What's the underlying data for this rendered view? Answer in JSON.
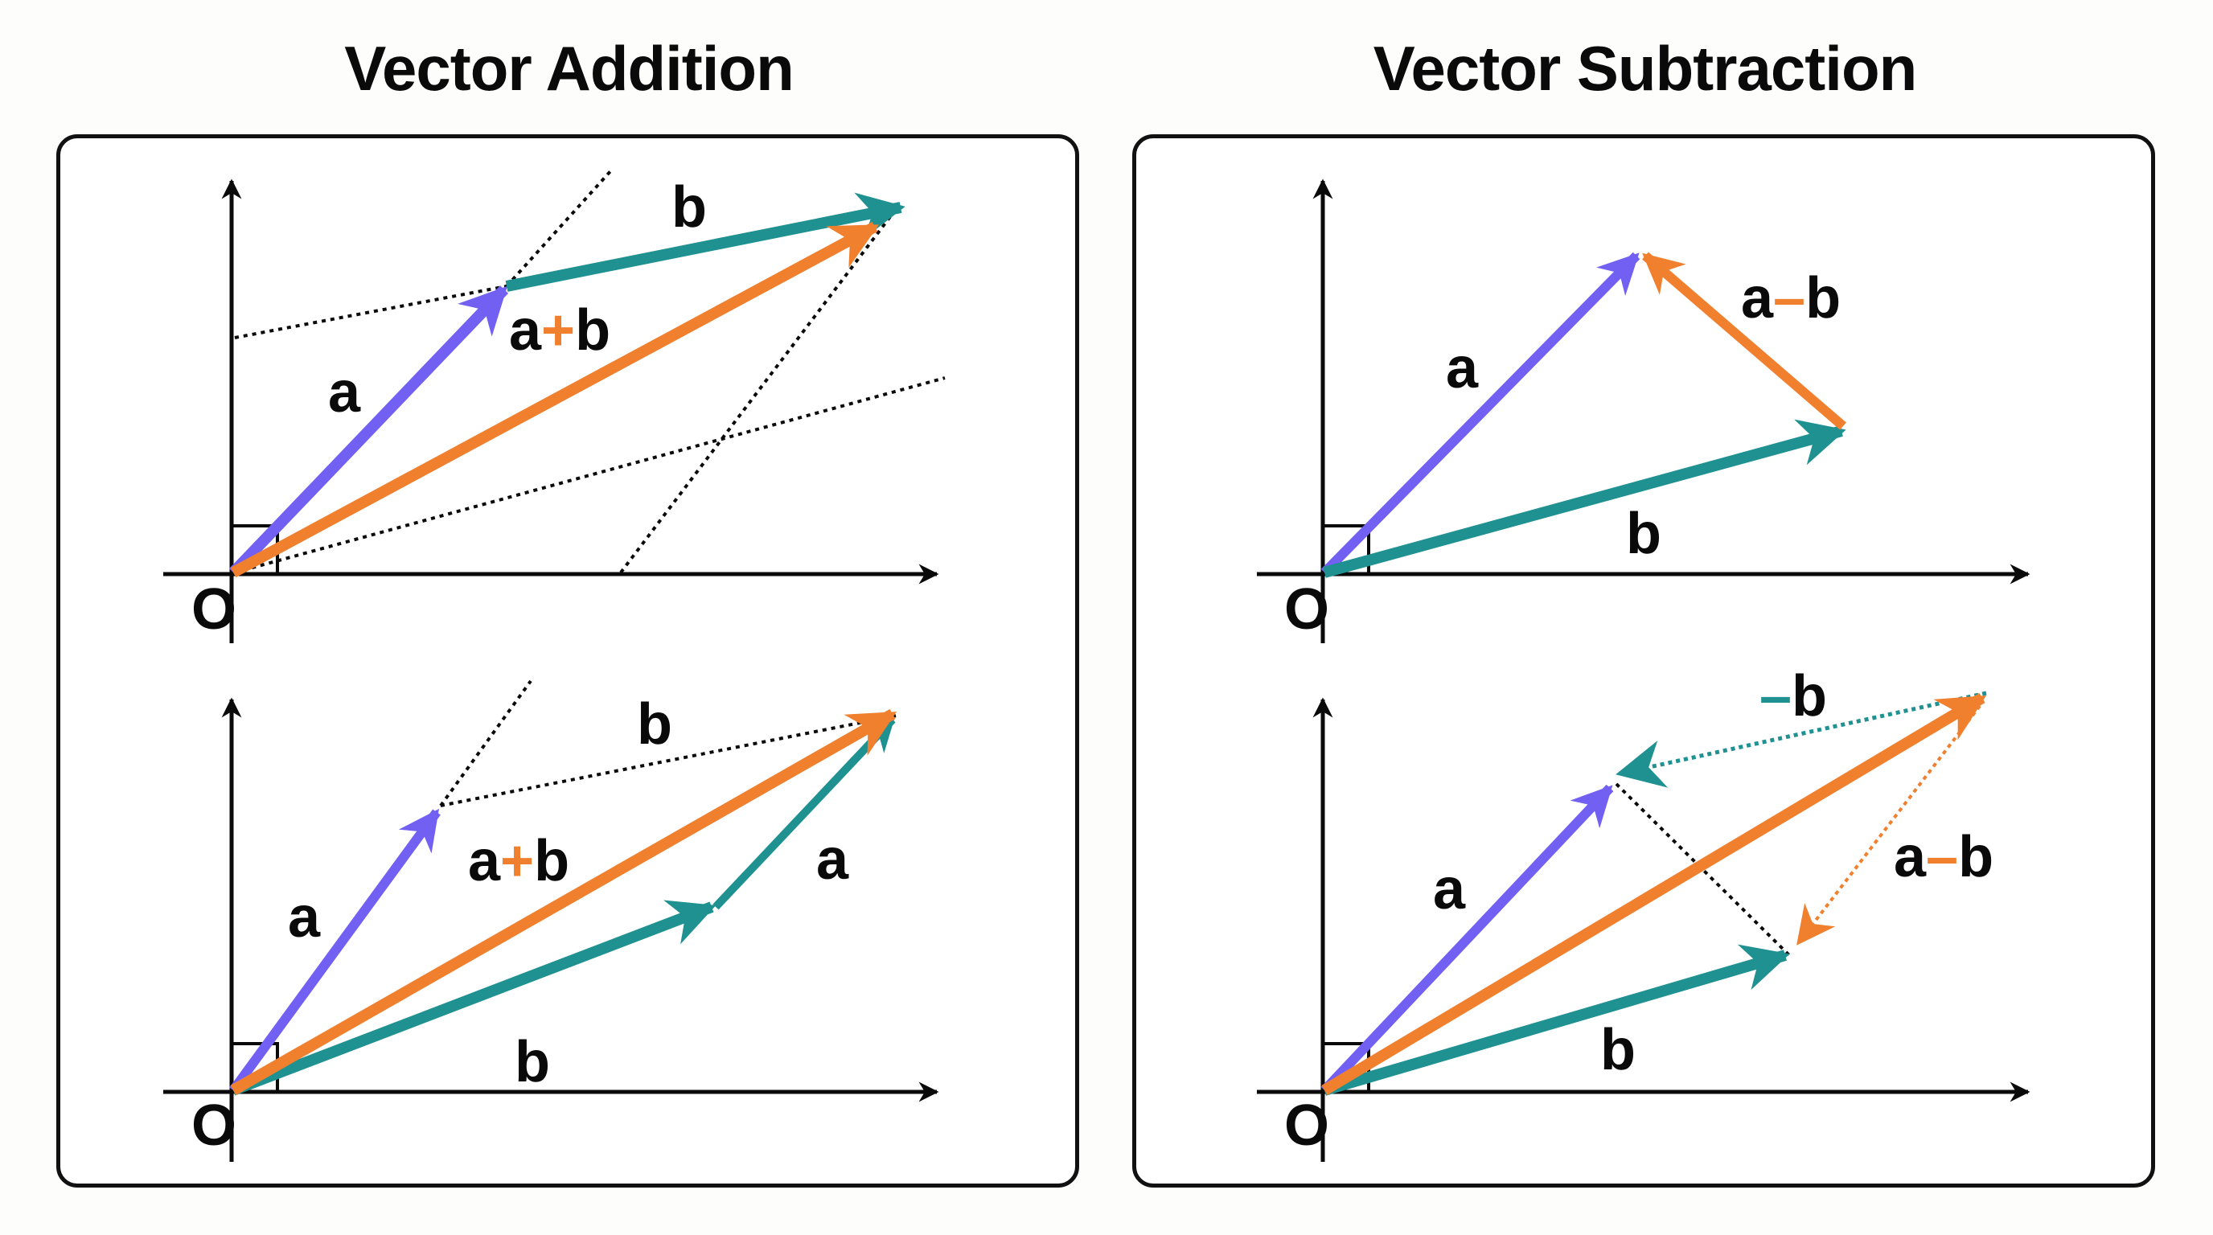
{
  "titles": {
    "addition": "Vector Addition",
    "subtraction": "Vector Subtraction"
  },
  "colors": {
    "a": "#7160f2",
    "b": "#1e9190",
    "result": "#f07f2e",
    "axis": "#0a0a0a"
  },
  "origin_label": "O",
  "addition": {
    "triangle": {
      "a_label": "a",
      "b_label": "b",
      "sum_label": {
        "left": "a",
        "op": "+",
        "right": "b"
      }
    },
    "parallelogram": {
      "a_label": "a",
      "b_label": "b",
      "a_shift_label": "a",
      "b_shift_label": "b",
      "sum_label": {
        "left": "a",
        "op": "+",
        "right": "b"
      }
    }
  },
  "subtraction": {
    "triangle": {
      "a_label": "a",
      "b_label": "b",
      "diff_label": {
        "left": "a",
        "op": "–",
        "right": "b"
      }
    },
    "parallelogram": {
      "a_label": "a",
      "b_label": "b",
      "neg_b_label": {
        "op": "–",
        "right": "b"
      },
      "diff_label": {
        "left": "a",
        "op": "–",
        "right": "b"
      }
    }
  }
}
